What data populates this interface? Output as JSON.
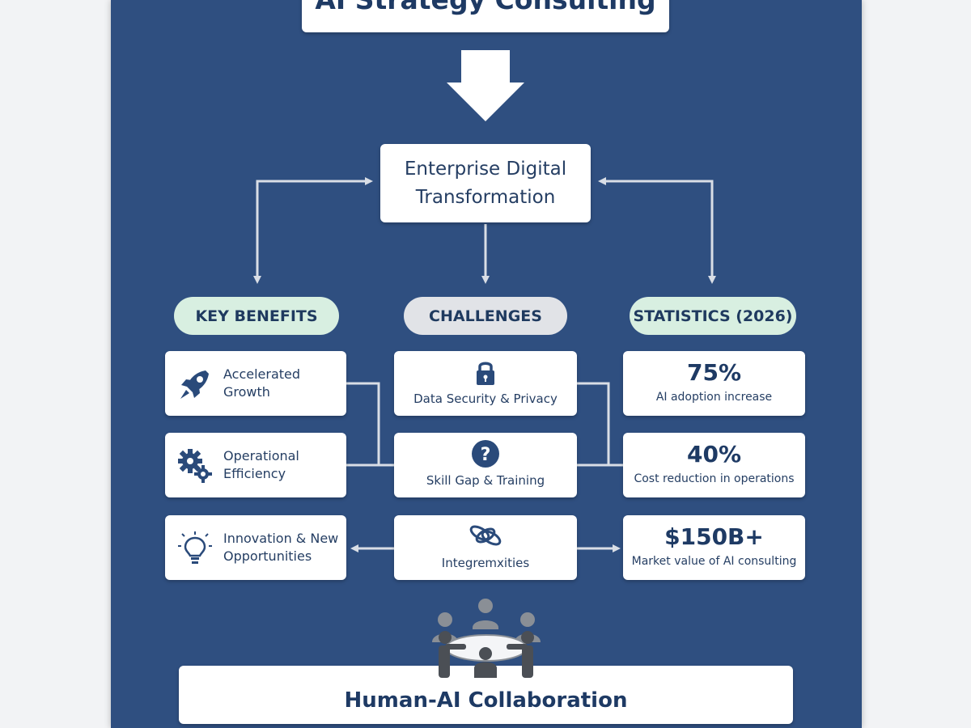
{
  "title": "AI Strategy Consulting",
  "center": "Enterprise Digital\nTransformation",
  "columns": {
    "benefits": {
      "header": "KEY BENEFITS",
      "items": [
        {
          "label": "Accelerated\nGrowth",
          "icon": "rocket-icon"
        },
        {
          "label": "Operational\nEfficiency",
          "icon": "gears-icon"
        },
        {
          "label": "Innovation & New\nOpportunities",
          "icon": "lightbulb-icon"
        }
      ]
    },
    "challenges": {
      "header": "CHALLENGES",
      "items": [
        {
          "label": "Data Security & Privacy",
          "icon": "lock-icon"
        },
        {
          "label": "Skill Gap & Training",
          "icon": "question-icon"
        },
        {
          "label": "Integremxities",
          "icon": "link-icon"
        }
      ]
    },
    "statistics": {
      "header": "STATISTICS (2026)",
      "items": [
        {
          "value": "75%",
          "label": "AI adoption increase"
        },
        {
          "value": "40%",
          "label": "Cost reduction in operations"
        },
        {
          "value": "$150B+",
          "label": "Market value of AI consulting"
        }
      ]
    }
  },
  "footer": "Human-AI Collaboration",
  "footer_icon": "team-meeting-icon",
  "colors": {
    "background": "#2f4f80",
    "box": "#ffffff",
    "text": "#1e3a64",
    "pill_green": "#d8efe1",
    "pill_grey": "#e1e3e7",
    "connector": "#d9dee6"
  }
}
